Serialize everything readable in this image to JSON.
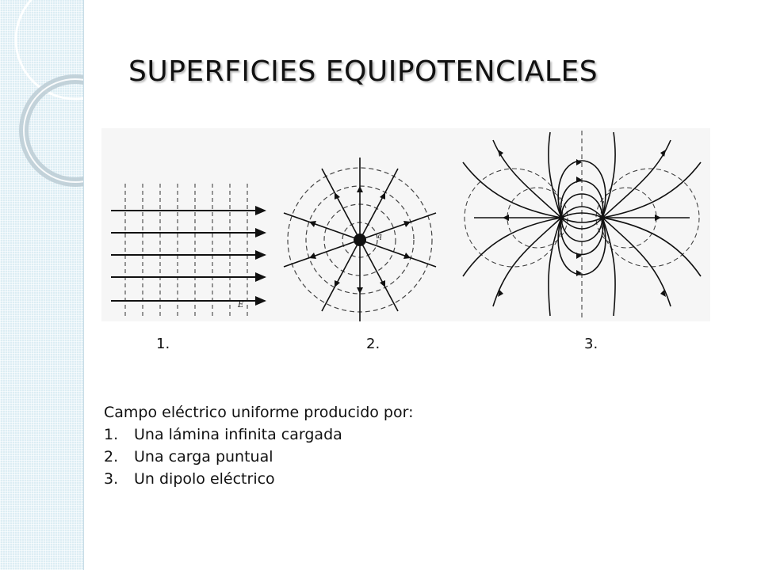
{
  "slide": {
    "title": "SUPERFICIES EQUIPOTENCIALES",
    "accent_color": "#dcedf4"
  },
  "figures": {
    "panel1": {
      "label": "1.",
      "field_label": "E"
    },
    "panel2": {
      "label": "2.",
      "charge_label": "q"
    },
    "panel3": {
      "label": "3."
    }
  },
  "caption": {
    "intro": "Campo eléctrico  uniforme producido por:",
    "items": [
      {
        "num": "1.",
        "text": "Una lámina infinita cargada"
      },
      {
        "num": "2.",
        "text": "Una carga puntual"
      },
      {
        "num": "3.",
        "text": "Un dipolo eléctrico"
      }
    ]
  }
}
